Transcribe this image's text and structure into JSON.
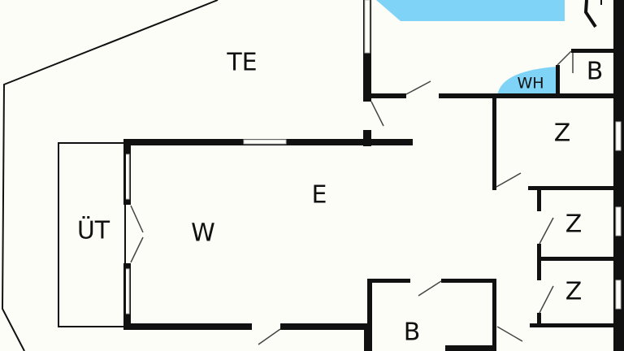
{
  "floor_plan": {
    "rooms": [
      {
        "id": "terrace",
        "label": "TE"
      },
      {
        "id": "utility",
        "label": "WH"
      },
      {
        "id": "bath-top",
        "label": "B"
      },
      {
        "id": "bedroom-1",
        "label": "Z"
      },
      {
        "id": "dining",
        "label": "E"
      },
      {
        "id": "covered-terrace",
        "label": "ÜT"
      },
      {
        "id": "living",
        "label": "W"
      },
      {
        "id": "bedroom-2",
        "label": "Z"
      },
      {
        "id": "bedroom-3",
        "label": "Z"
      },
      {
        "id": "bath-bottom",
        "label": "B"
      }
    ],
    "colors": {
      "background": "#fdfdf8",
      "water": "#7fd3f7",
      "wall": "#111111"
    }
  }
}
